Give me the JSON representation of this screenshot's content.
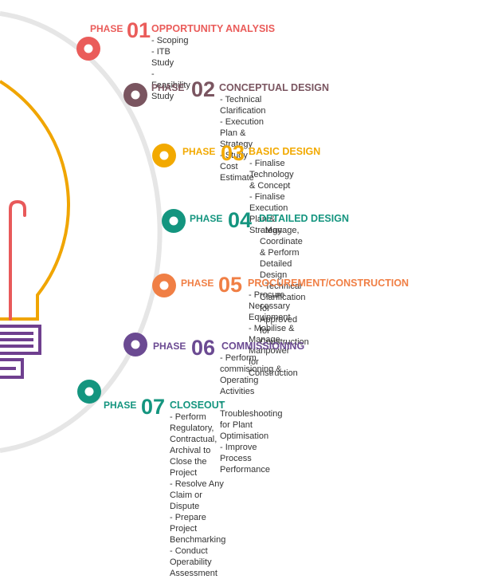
{
  "colors": {
    "ring": "#e6e6e6",
    "bulb": "#f0a500",
    "filament": "#e8595a",
    "base": "#6f3f8f"
  },
  "phases": [
    {
      "label": "PHASE",
      "number": "01",
      "title": "OPPORTUNITY ANALYSIS",
      "color": "#ea5c5a",
      "items": [
        "- Scoping",
        "- ITB Study",
        "- Feasibility Study"
      ]
    },
    {
      "label": "PHASE",
      "number": "02",
      "title": "CONCEPTUAL DESIGN",
      "color": "#7a5560",
      "items": [
        "- Technical Clarification",
        "- Execution Plan & Strategy",
        "- Study Cost Estimate"
      ]
    },
    {
      "label": "PHASE",
      "number": "03",
      "title": "BASIC DESIGN",
      "color": "#f2a900",
      "items": [
        "- Finalise Technology & Concept",
        "- Finalise Execution Plan & Strategy"
      ]
    },
    {
      "label": "PHASE",
      "number": "04",
      "title": "DETAILED DESIGN",
      "color": "#14957f",
      "items": [
        "- Manage, Coordinate & Perform Detailed Design",
        "- Technical Clarification for Approved for",
        "Construction"
      ]
    },
    {
      "label": "PHASE",
      "number": "05",
      "title": "PROCUREMENT/CONSTRUCTION",
      "color": "#f07f45",
      "items": [
        "- Procure Necessary Equipment",
        "- Mobilise & Manage Manpower for Construction"
      ]
    },
    {
      "label": "PHASE",
      "number": "06",
      "title": "COMMISSIONING",
      "color": "#6b4a92",
      "items": [
        "- Perform commisioning & Operating Activities",
        "- Troubleshooting for Plant Optimisation",
        "- Improve Process Performance"
      ]
    },
    {
      "label": "PHASE",
      "number": "07",
      "title": "CLOSEOUT",
      "color": "#14957f",
      "items": [
        "- Perform Regulatory, Contractual, Archival to Close the Project",
        "- Resolve  Any Claim or Dispute",
        "- Prepare Project Benchmarking",
        "- Conduct Operability Assessment"
      ]
    }
  ]
}
